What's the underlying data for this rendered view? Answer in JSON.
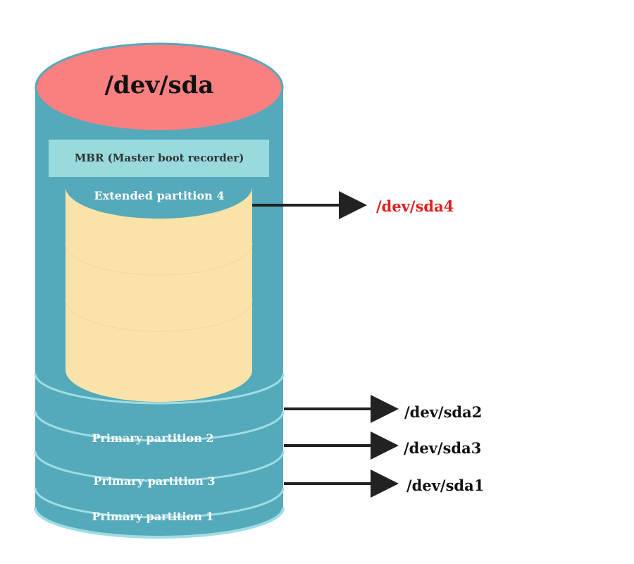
{
  "disk": {
    "name": "/dev/sda",
    "mbr_label": "MBR (Master boot recorder)"
  },
  "partitions": {
    "extended": {
      "label": "Extended partition 4",
      "device": "/dev/sda4"
    },
    "primary2": {
      "label": "Primary partition 2",
      "device": "/dev/sda2"
    },
    "primary3": {
      "label": "Primary partition 3",
      "device": "/dev/sda3"
    },
    "primary1": {
      "label": "Primary partition 1",
      "device": "/dev/sda1"
    }
  },
  "colors": {
    "cylinder_body": "#54a9bb",
    "cylinder_rim": "#9edde3",
    "top_cap": "#f98080",
    "mbr_box": "#98dadd",
    "extended_fill": "#fae3a8",
    "arrow": "#222222",
    "highlight_device": "#e0201e",
    "device_text": "#111111"
  }
}
